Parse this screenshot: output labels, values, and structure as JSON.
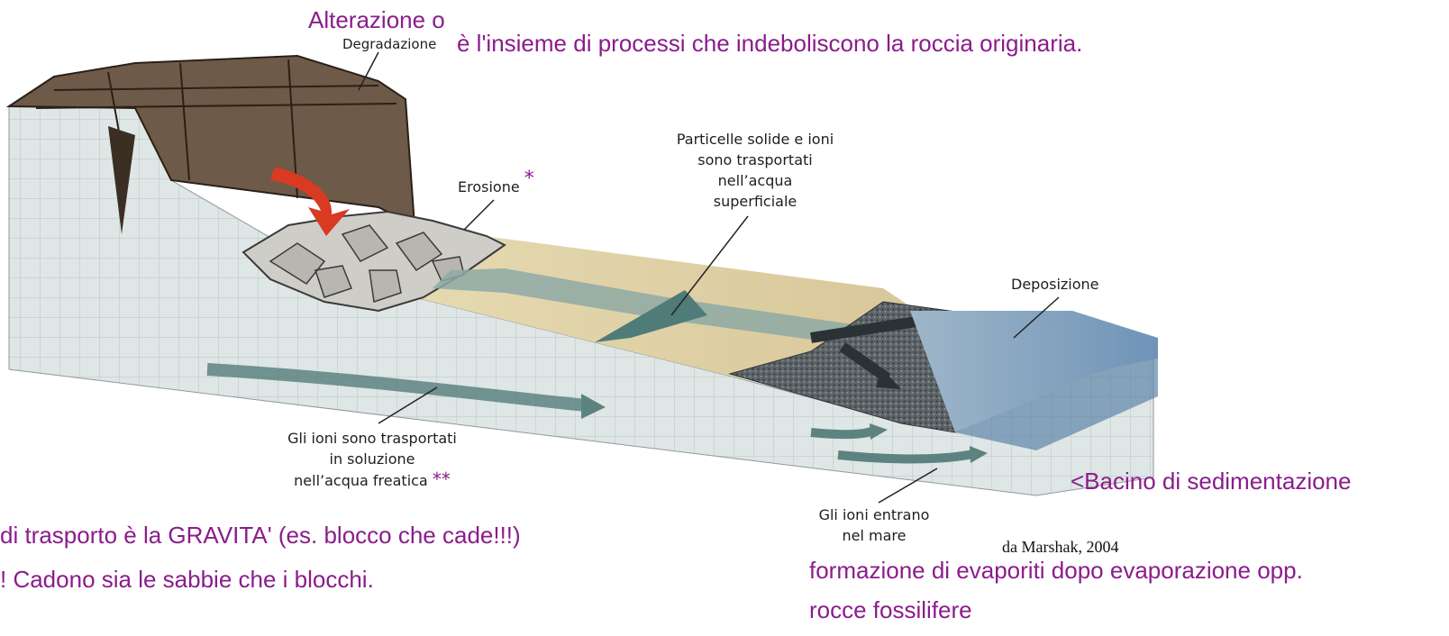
{
  "diagram": {
    "alteration_title": "Alterazione o",
    "degradation_label": "Degradazione",
    "alteration_definition": "è l'insieme di processi che indeboliscono la roccia originaria.",
    "erosion_label": "Erosione",
    "erosion_marker": "*",
    "particles_label": {
      "line1": "Particelle solide e ioni",
      "line2": "sono trasportati",
      "line3": "nell’acqua",
      "line4": "superficiale"
    },
    "deposition_label": "Deposizione",
    "groundwater_label": {
      "line1": "Gli ioni sono trasportati",
      "line2": "in soluzione",
      "line3": "nell’acqua freatica",
      "marker": "**"
    },
    "sea_ions_label": {
      "line1": "Gli ioni entrano",
      "line2": "nel mare"
    },
    "basin_label": "<Bacino di sedimentazione",
    "credit": "da Marshak, 2004"
  },
  "notes": {
    "gravity_note": "di trasporto è la GRAVITA' (es. blocco che cade!!!)",
    "fall_note": "! Cadono sia le sabbie che i blocchi.",
    "evaporites_note": "formazione di evaporiti dopo evaporazione opp.",
    "fossils_note": "rocce fossilifere"
  }
}
